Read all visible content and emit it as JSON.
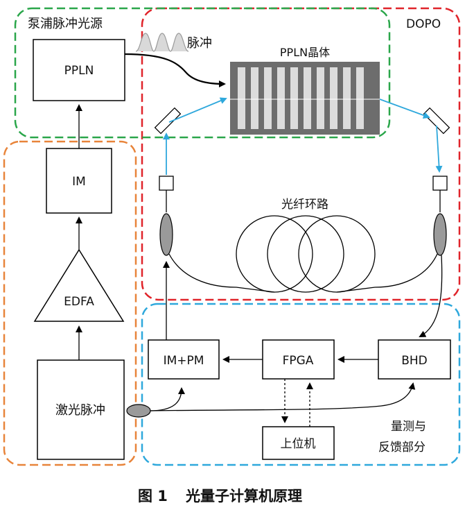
{
  "regions": {
    "pump": "泵浦脉冲光源",
    "dopo": "DOPO",
    "feedback_line1": "量测与",
    "feedback_line2": "反馈部分"
  },
  "blocks": {
    "pump_ppln": "PPLN",
    "im": "IM",
    "edfa": "EDFA",
    "laser": "激光脉冲",
    "im_pm": "IM+PM",
    "fpga": "FPGA",
    "bhd": "BHD",
    "host": "上位机"
  },
  "labels": {
    "pulse": "脉冲",
    "crystal": "PPLN晶体",
    "fiber_loop": "光纤环路"
  },
  "caption": {
    "figure_no": "图 1",
    "title": "光量子计算机原理"
  },
  "colors": {
    "pump_region": "#2aa64a",
    "dopo_region": "#e0242a",
    "laser_region": "#e8843a",
    "feedback_region": "#2ea8dc",
    "optical_path": "#2ea8dc",
    "crystal_body": "#6d6d6d",
    "coupler": "#9a9a9a"
  }
}
